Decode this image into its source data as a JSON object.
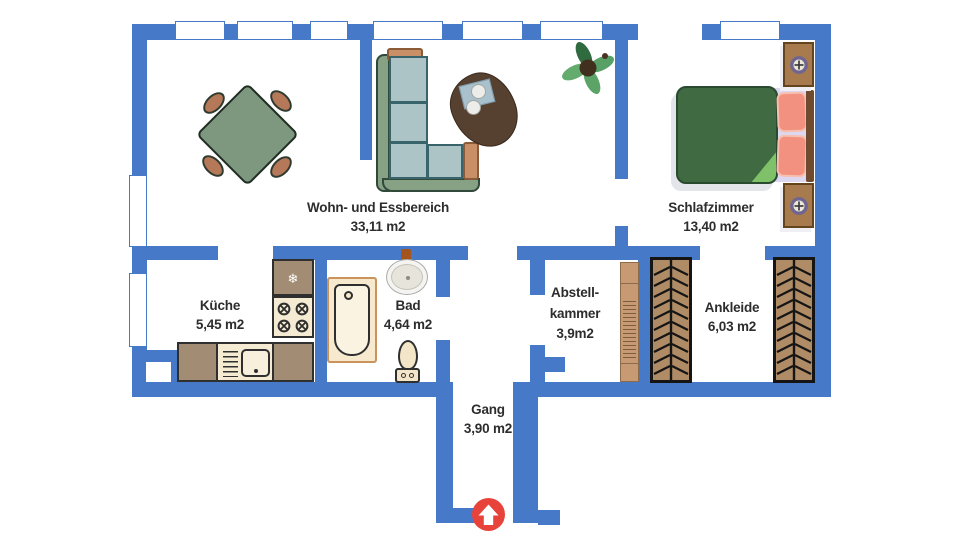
{
  "floorplan": {
    "rooms": {
      "living": {
        "name": "Wohn- und Essbereich",
        "area": "33,11 m2"
      },
      "bedroom": {
        "name": "Schlafzimmer",
        "area": "13,40 m2"
      },
      "kitchen": {
        "name": "Küche",
        "area": "5,45 m2"
      },
      "bathroom": {
        "name": "Bad",
        "area": "4,64 m2"
      },
      "storage": {
        "name_line1": "Abstell-",
        "name_line2": "kammer",
        "area": "3,9m2"
      },
      "dressing": {
        "name": "Ankleide",
        "area": "6,03 m2"
      },
      "hallway": {
        "name": "Gang",
        "area": "3,90 m2"
      }
    },
    "icons": {
      "fridge_snowflake": "❄"
    },
    "colors": {
      "wall_blue": "#4679C8",
      "entrance_arrow_red": "#E8433B",
      "label_text": "#2D2D2D",
      "bed_green": "#3F6A42",
      "pillow_salmon": "#F2917F",
      "sofa_cushion_blue": "#ACC4C5",
      "table_green": "#7E977F",
      "wood_brown": "#A87B4F",
      "counter_brown": "#A28C74",
      "fixture_cream": "#F5EBD3"
    }
  }
}
